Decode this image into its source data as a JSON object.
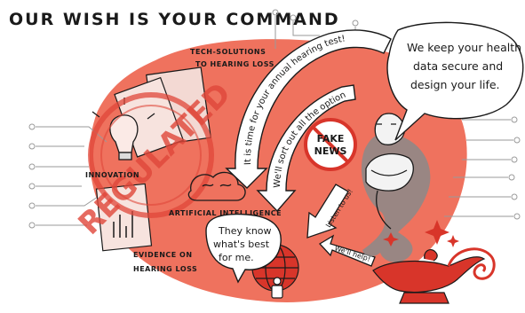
{
  "title": "OUR WISH IS YOUR COMMAND",
  "labels": {
    "tech_solutions_1": "TECH-SOLUTIONS",
    "tech_solutions_2": "TO HEARING LOSS",
    "innovation": "INNOVATION",
    "artificial_intelligence": "ARTIFICIAL INTELLIGENCE",
    "evidence_1": "EVIDENCE ON",
    "evidence_2": "HEARING LOSS",
    "stamp": "REGULATED",
    "fake_news_1": "FAKE",
    "fake_news_2": "NEWS"
  },
  "arrows": {
    "hearing_test": "It is time for your annual hearing test!",
    "sort_options": "We'll sort out all the options!",
    "listen": "Listen to us!",
    "help": "We'll help!"
  },
  "bubbles": {
    "genie_line1": "We keep your health",
    "genie_line2": "data secure and",
    "genie_line3": "design your life.",
    "small_line1": "They know",
    "small_line2": "what's best",
    "small_line3": "for me."
  },
  "colors": {
    "blob": "#ee6a55",
    "stamp": "#e0473a",
    "ink": "#1a1a1a",
    "smoke": "#8a8a8a",
    "lamp": "#d8352a"
  }
}
